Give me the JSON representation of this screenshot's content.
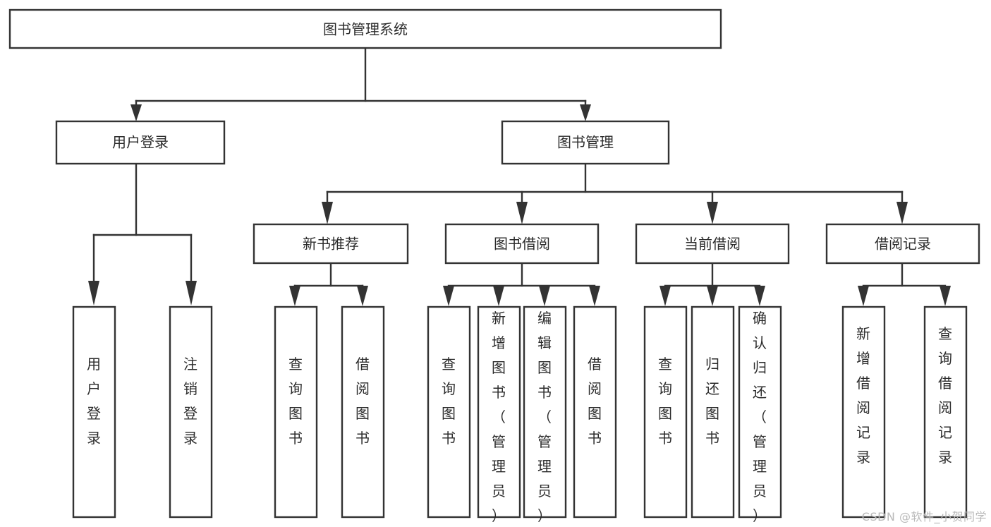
{
  "diagram": {
    "type": "tree",
    "title": "图书管理系统",
    "orientation": "top-down",
    "root": {
      "id": "root",
      "label": "图书管理系统",
      "level": 0
    },
    "nodes": [
      {
        "id": "root",
        "label": "图书管理系统",
        "level": 0,
        "parent": null,
        "orientation": "horizontal"
      },
      {
        "id": "user-login",
        "label": "用户登录",
        "level": 1,
        "parent": "root",
        "orientation": "horizontal"
      },
      {
        "id": "book-manage",
        "label": "图书管理",
        "level": 1,
        "parent": "root",
        "orientation": "horizontal"
      },
      {
        "id": "login-do",
        "label": "用户登录",
        "level": 2,
        "parent": "user-login",
        "orientation": "vertical"
      },
      {
        "id": "logout-do",
        "label": "注销登录",
        "level": 2,
        "parent": "user-login",
        "orientation": "vertical"
      },
      {
        "id": "new-book-rec",
        "label": "新书推荐",
        "level": 2,
        "parent": "book-manage",
        "orientation": "horizontal"
      },
      {
        "id": "book-borrow",
        "label": "图书借阅",
        "level": 2,
        "parent": "book-manage",
        "orientation": "horizontal"
      },
      {
        "id": "current-borrow",
        "label": "当前借阅",
        "level": 2,
        "parent": "book-manage",
        "orientation": "horizontal"
      },
      {
        "id": "borrow-record",
        "label": "借阅记录",
        "level": 2,
        "parent": "book-manage",
        "orientation": "horizontal"
      },
      {
        "id": "rec-query",
        "label": "查询图书",
        "level": 3,
        "parent": "new-book-rec",
        "orientation": "vertical"
      },
      {
        "id": "rec-borrow",
        "label": "借阅图书",
        "level": 3,
        "parent": "new-book-rec",
        "orientation": "vertical"
      },
      {
        "id": "bb-query",
        "label": "查询图书",
        "level": 3,
        "parent": "book-borrow",
        "orientation": "vertical"
      },
      {
        "id": "bb-add",
        "label": "新增图书（管理员）",
        "level": 3,
        "parent": "book-borrow",
        "orientation": "vertical"
      },
      {
        "id": "bb-edit",
        "label": "编辑图书（管理员）",
        "level": 3,
        "parent": "book-borrow",
        "orientation": "vertical"
      },
      {
        "id": "bb-borrow",
        "label": "借阅图书",
        "level": 3,
        "parent": "book-borrow",
        "orientation": "vertical"
      },
      {
        "id": "cb-query",
        "label": "查询图书",
        "level": 3,
        "parent": "current-borrow",
        "orientation": "vertical"
      },
      {
        "id": "cb-return",
        "label": "归还图书",
        "level": 3,
        "parent": "current-borrow",
        "orientation": "vertical"
      },
      {
        "id": "cb-confirm",
        "label": "确认归还（管理员）",
        "level": 3,
        "parent": "current-borrow",
        "orientation": "vertical"
      },
      {
        "id": "br-add",
        "label": "新增借阅记录",
        "level": 3,
        "parent": "borrow-record",
        "orientation": "vertical"
      },
      {
        "id": "br-query",
        "label": "查询借阅记录",
        "level": 3,
        "parent": "borrow-record",
        "orientation": "vertical"
      }
    ],
    "colors": {
      "box_stroke": "#333333",
      "box_fill": "#ffffff",
      "text": "#2b2b2b",
      "background": "#ffffff",
      "watermark": "#b9b9b9"
    }
  },
  "watermark": {
    "text": "CSDN @软件_小贺同学"
  }
}
